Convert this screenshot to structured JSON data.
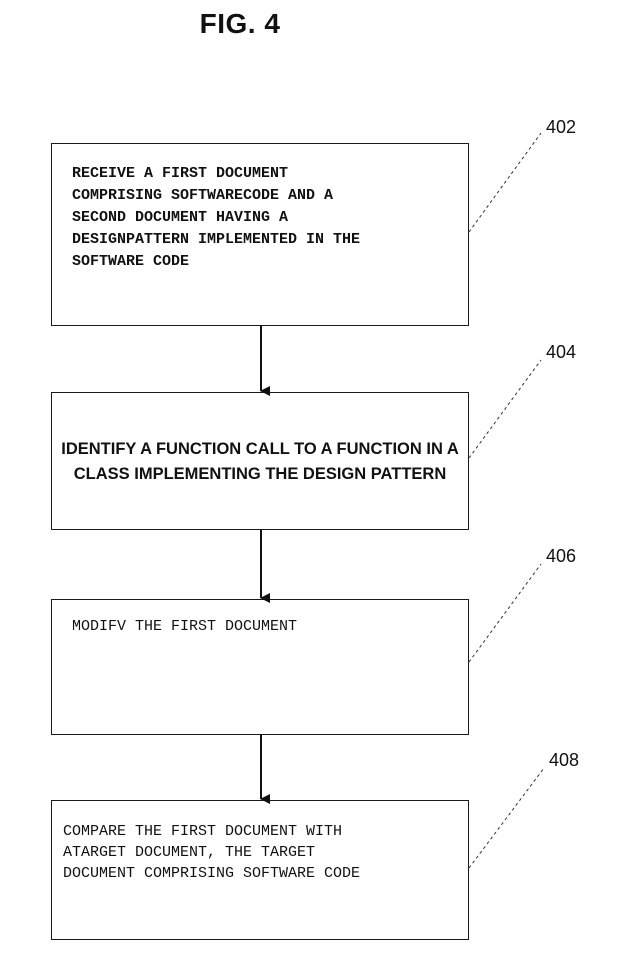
{
  "figure": {
    "title": "FIG. 4"
  },
  "steps": [
    {
      "ref": "402",
      "text": "RECEIVE A FIRST DOCUMENT\nCOMPRISING SOFTWARECODE AND A\nSECOND DOCUMENT HAVING A\nDESIGNPATTERN IMPLEMENTED IN THE\nSOFTWARE CODE"
    },
    {
      "ref": "404",
      "text": "IDENTIFY A FUNCTION CALL TO A FUNCTION IN A\nCLASS IMPLEMENTING THE DESIGN PATTERN"
    },
    {
      "ref": "406",
      "text": "MODIFV THE FIRST DOCUMENT"
    },
    {
      "ref": "408",
      "text": "COMPARE THE FIRST DOCUMENT WITH\nATARGET DOCUMENT, THE TARGET\nDOCUMENT COMPRISING SOFTWARE CODE"
    }
  ]
}
